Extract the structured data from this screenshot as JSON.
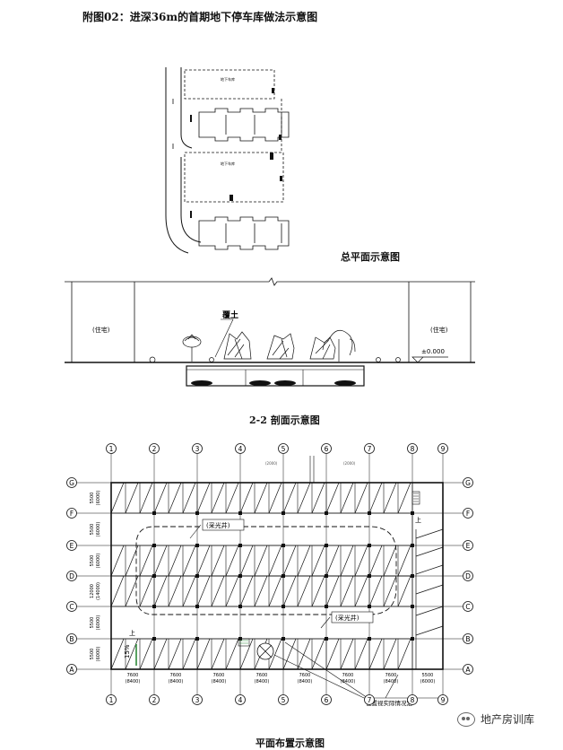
{
  "page": {
    "title": "附图02：进深36m的首期地下停车库做法示意图"
  },
  "site_plan": {
    "caption": "总平面示意图",
    "garage_label": "地下车库"
  },
  "section": {
    "caption": "2-2 剖面示意图",
    "left_building": "(住宅)",
    "right_building": "(住宅)",
    "soil_label": "覆土",
    "elevation": "±0.000"
  },
  "floor_plan": {
    "caption": "平面布置示意图",
    "columns": [
      "1",
      "2",
      "3",
      "4",
      "5",
      "6",
      "7",
      "8",
      "9"
    ],
    "rows": [
      "G",
      "F",
      "E",
      "D",
      "C",
      "B",
      "A"
    ],
    "bottom_spans": [
      {
        "value": "7600",
        "sub": "(8400)"
      },
      {
        "value": "7600",
        "sub": "(8400)"
      },
      {
        "value": "7600",
        "sub": "(8400)"
      },
      {
        "value": "7600",
        "sub": "(8400)"
      },
      {
        "value": "7600",
        "sub": "(8400)"
      },
      {
        "value": "7600",
        "sub": "(8400)"
      },
      {
        "value": "7600",
        "sub": "(8400)"
      },
      {
        "value": "5500",
        "sub": "(6000)"
      }
    ],
    "left_spans": [
      {
        "value": "5500",
        "sub": "(6000)"
      },
      {
        "value": "5500",
        "sub": "(6000)"
      },
      {
        "value": "5500",
        "sub": "(6000)"
      },
      {
        "value": "12000",
        "sub": "(14000)"
      },
      {
        "value": "5500",
        "sub": "(6000)"
      },
      {
        "value": "5500",
        "sub": "(6000)"
      }
    ],
    "skylight_1": "(采光井)",
    "skylight_2": "(采光井)",
    "up_label_right": "上",
    "up_label_left": "上",
    "slope": "15%",
    "location_note": "位置视实际情况定"
  },
  "watermark": {
    "text": "地产房训库"
  },
  "colors": {
    "line": "#111111",
    "slope_mark": "#2e8b3a"
  }
}
